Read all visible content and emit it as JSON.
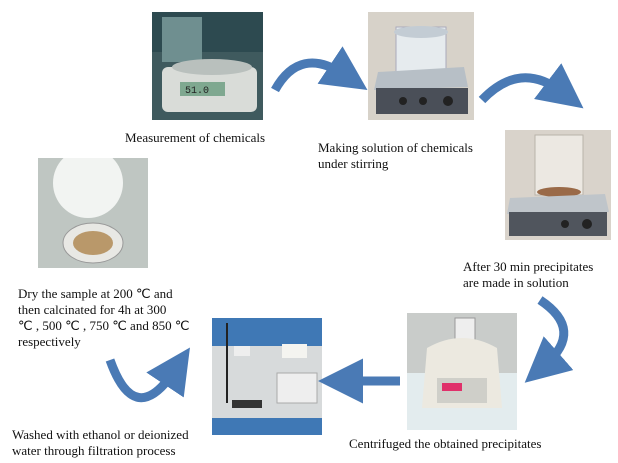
{
  "title": "Synthesis process flow",
  "steps": [
    {
      "caption_lines": [
        "Measurement of chemicals"
      ],
      "image": "balance-photo"
    },
    {
      "caption_lines": [
        "Making solution of chemicals",
        "under stirring"
      ],
      "image": "stirrer-photo"
    },
    {
      "caption_lines": [
        "After 30 min precipitates",
        "are made in solution"
      ],
      "image": "precipitate-photo"
    },
    {
      "caption_lines": [
        "Centrifuged the obtained precipitates"
      ],
      "image": "centrifuge-photo"
    },
    {
      "caption_lines": [
        "Washed with ethanol or deionized",
        "water through filtration process"
      ],
      "image": "filtration-photo"
    },
    {
      "caption_lines": [
        "Dry the sample  at 200 ℃ and",
        "then calcinated  for 4h at 300",
        "℃ , 500 ℃ , 750 ℃ and 850 ℃",
        "respectively"
      ],
      "image": "dried-sample-photo"
    }
  ],
  "colors": {
    "arrow": "#4a7ab5",
    "arrow_edge": "#2f5a8f"
  }
}
